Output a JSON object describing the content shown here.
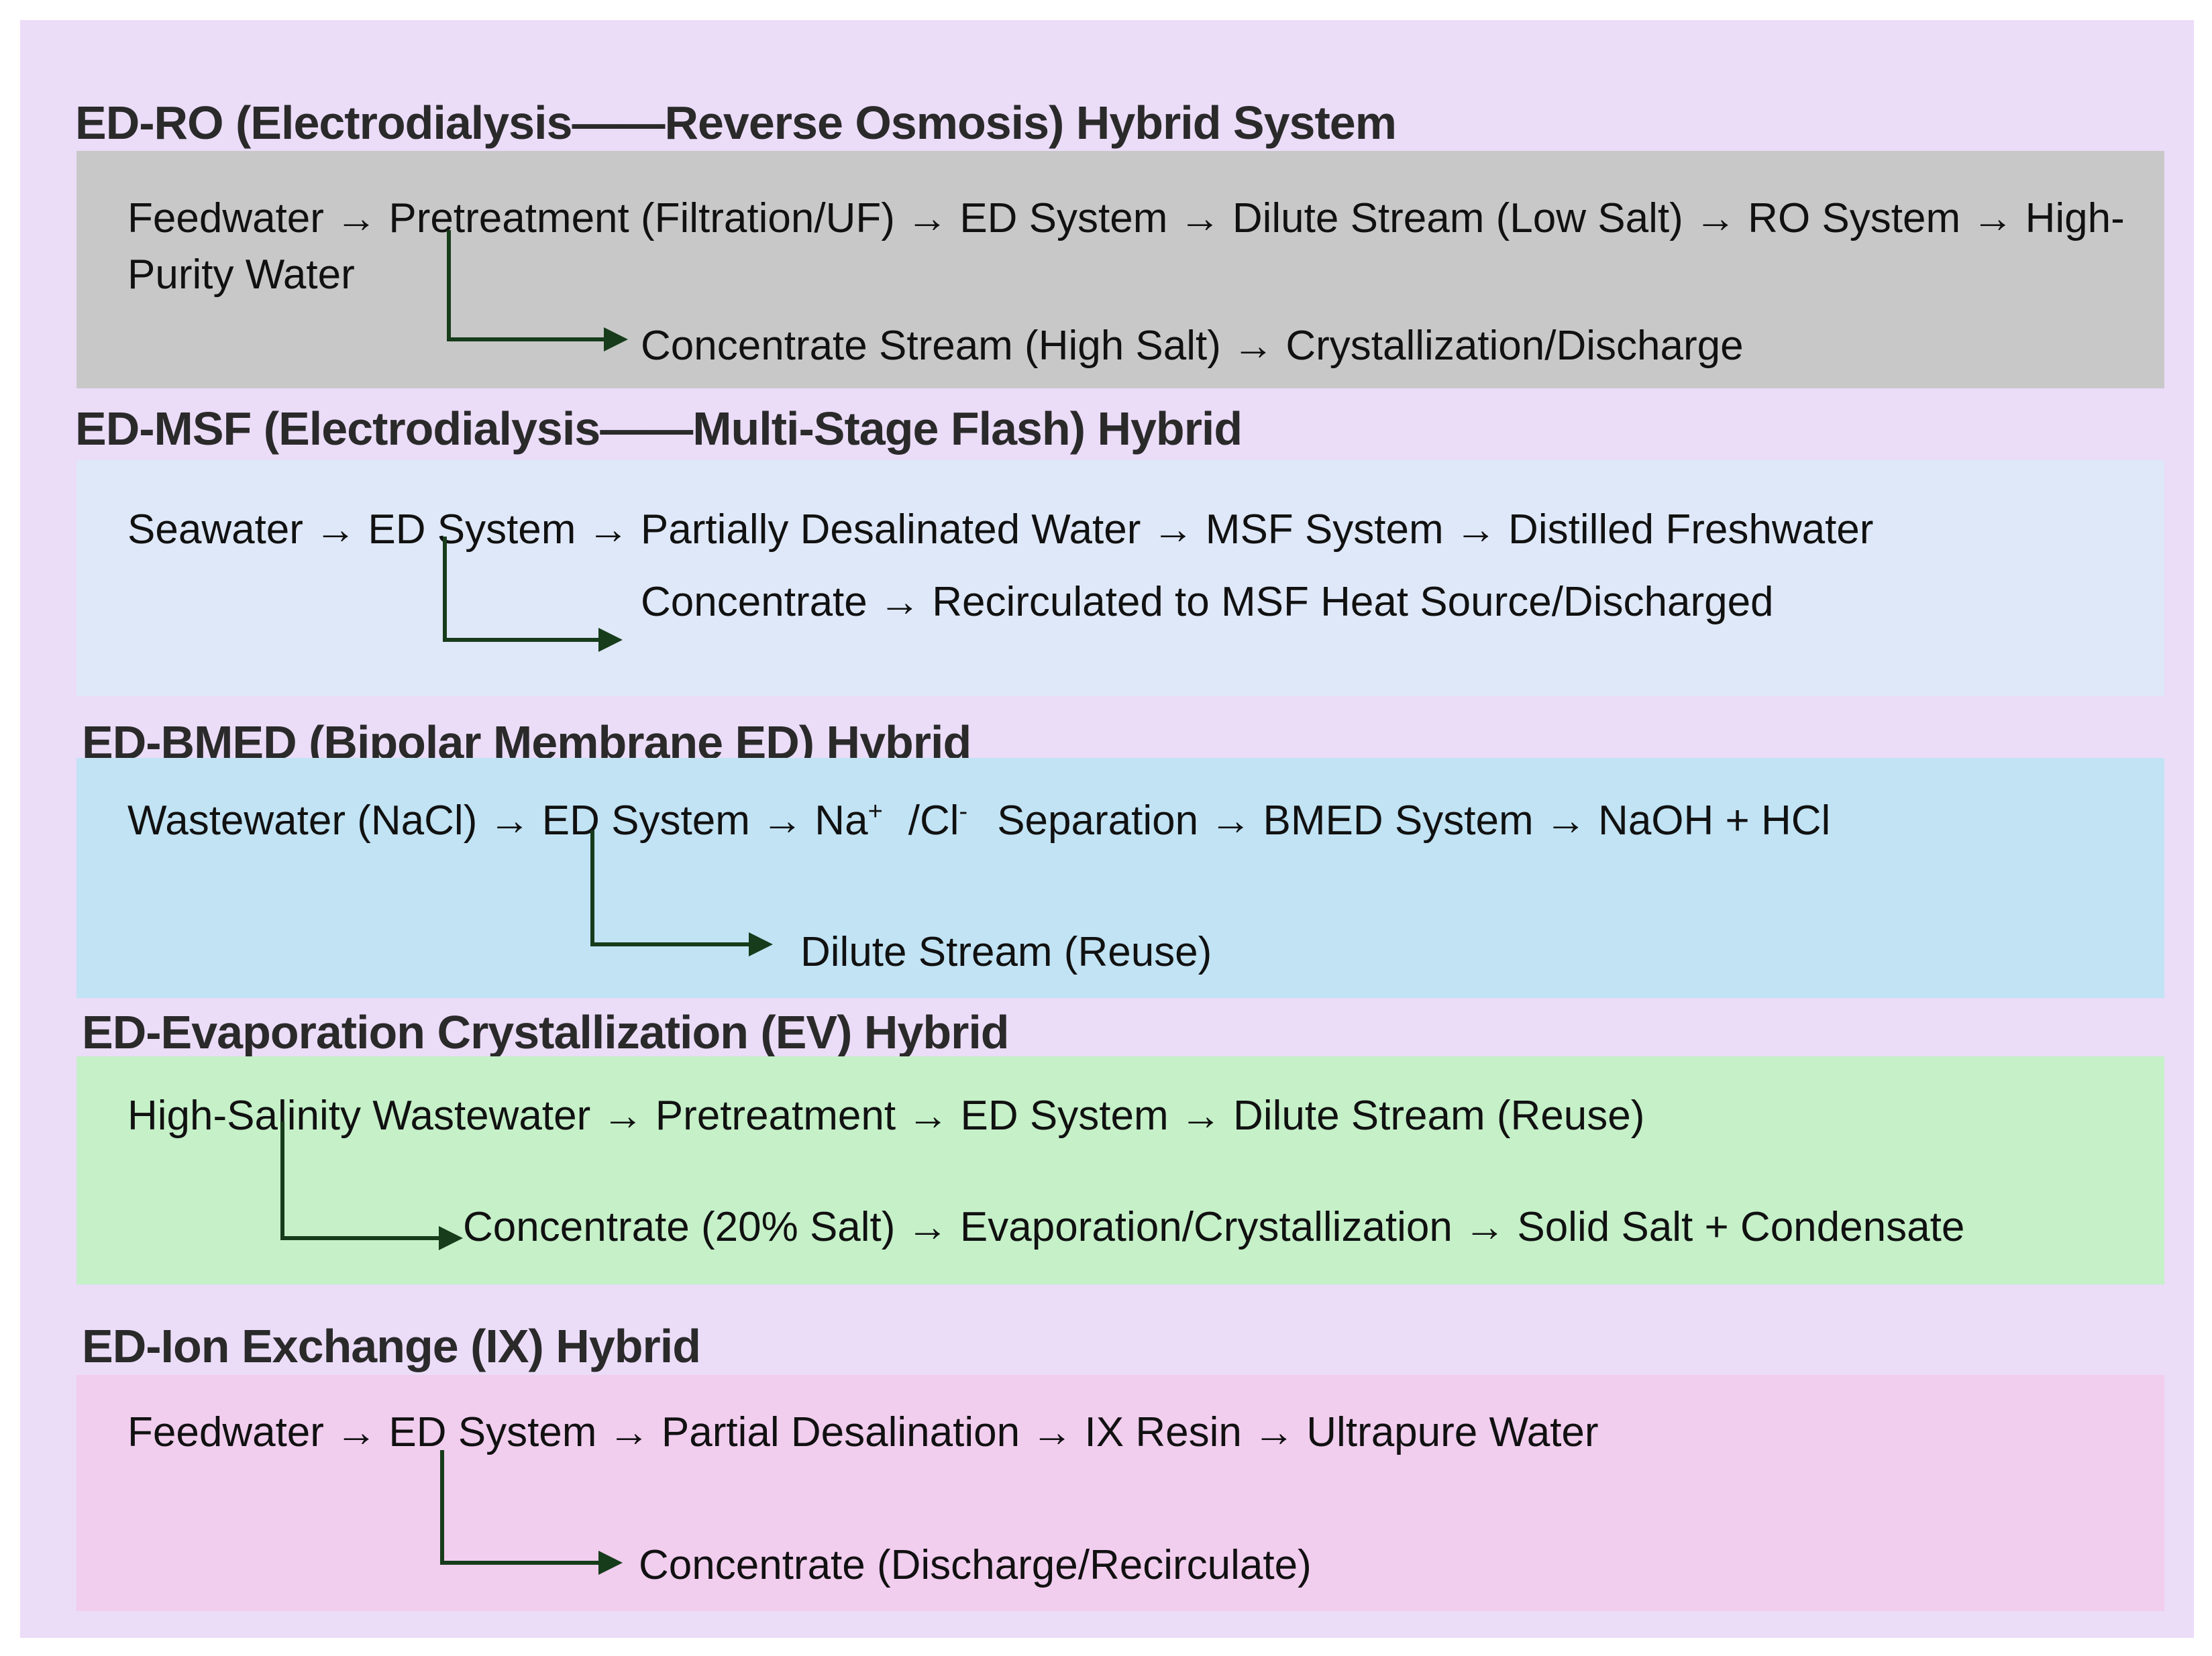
{
  "colors": {
    "background": "#ebdcf8",
    "panel_ro": "#c8c8c8",
    "panel_msf": "#dfe8f8",
    "panel_bmed": "#c1e3f4",
    "panel_ev": "#c5f0c8",
    "panel_ix": "#f1cdee",
    "arrow": "#173c1b"
  },
  "sections": {
    "ro": {
      "title": "ED-RO (Electrodialysis——Reverse Osmosis) Hybrid System",
      "main_flow": "Feedwater → Pretreatment (Filtration/UF) → ED System → Dilute Stream (Low Salt) → RO System → High-Purity Water",
      "branch_flow": "Concentrate Stream (High Salt) → Crystallization/Discharge"
    },
    "msf": {
      "title": "ED-MSF (Electrodialysis——Multi-Stage Flash) Hybrid",
      "main_flow": "Seawater → ED System → Partially Desalinated Water → MSF System → Distilled Freshwater",
      "branch_flow": "Concentrate → Recirculated to MSF Heat Source/Discharged"
    },
    "bmed": {
      "title": "ED-BMED (Bipolar Membrane ED) Hybrid",
      "main_flow_part1": "Wastewater (NaCl) → ED System → Na",
      "sup_plus": "+",
      "main_flow_part2": "/Cl",
      "sup_minus": "-",
      "main_flow_part3": "Separation → BMED System → NaOH + HCl",
      "branch_flow": "Dilute Stream (Reuse)"
    },
    "ev": {
      "title": "ED-Evaporation Crystallization (EV) Hybrid",
      "main_flow": "High-Salinity Wastewater → Pretreatment → ED System → Dilute Stream (Reuse)",
      "branch_flow": "Concentrate (20% Salt) → Evaporation/Crystallization → Solid Salt + Condensate"
    },
    "ix": {
      "title": "ED-Ion Exchange (IX) Hybrid",
      "main_flow": "Feedwater → ED System → Partial Desalination → IX Resin → Ultrapure Water",
      "branch_flow": "Concentrate (Discharge/Recirculate)"
    }
  }
}
